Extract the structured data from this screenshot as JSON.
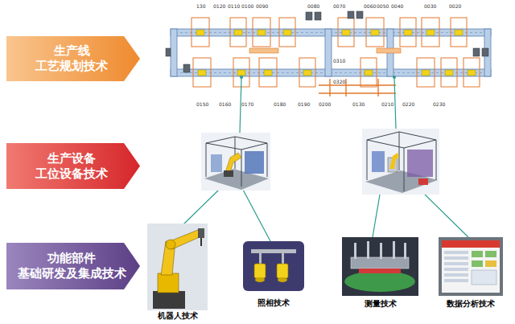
{
  "diagram": {
    "nodes": [
      {
        "text": [
          "生产线 工艺规划技术"
        ]
      },
      {
        "text": [
          "生产设备 工位设备技术"
        ]
      },
      {
        "text": [
          "功能部件 基础研发及集成技术"
        ]
      },
      {
        "text": [
          "机器人技术"
        ]
      },
      {
        "text": [
          "照相技术"
        ]
      },
      {
        "text": [
          "测量技术"
        ]
      },
      {
        "text": [
          "数据分析技术"
        ]
      }
    ],
    "labels": [
      "130",
      "0120",
      "0110",
      "0100",
      "0090",
      "0080",
      "0070",
      "0060",
      "0050",
      "0040",
      "0030",
      "0020",
      "0150",
      "0160",
      "0170",
      "0180",
      "0190",
      "0200",
      "0130",
      "0210",
      "0220",
      "0230",
      "0310",
      "0320"
    ]
  }
}
